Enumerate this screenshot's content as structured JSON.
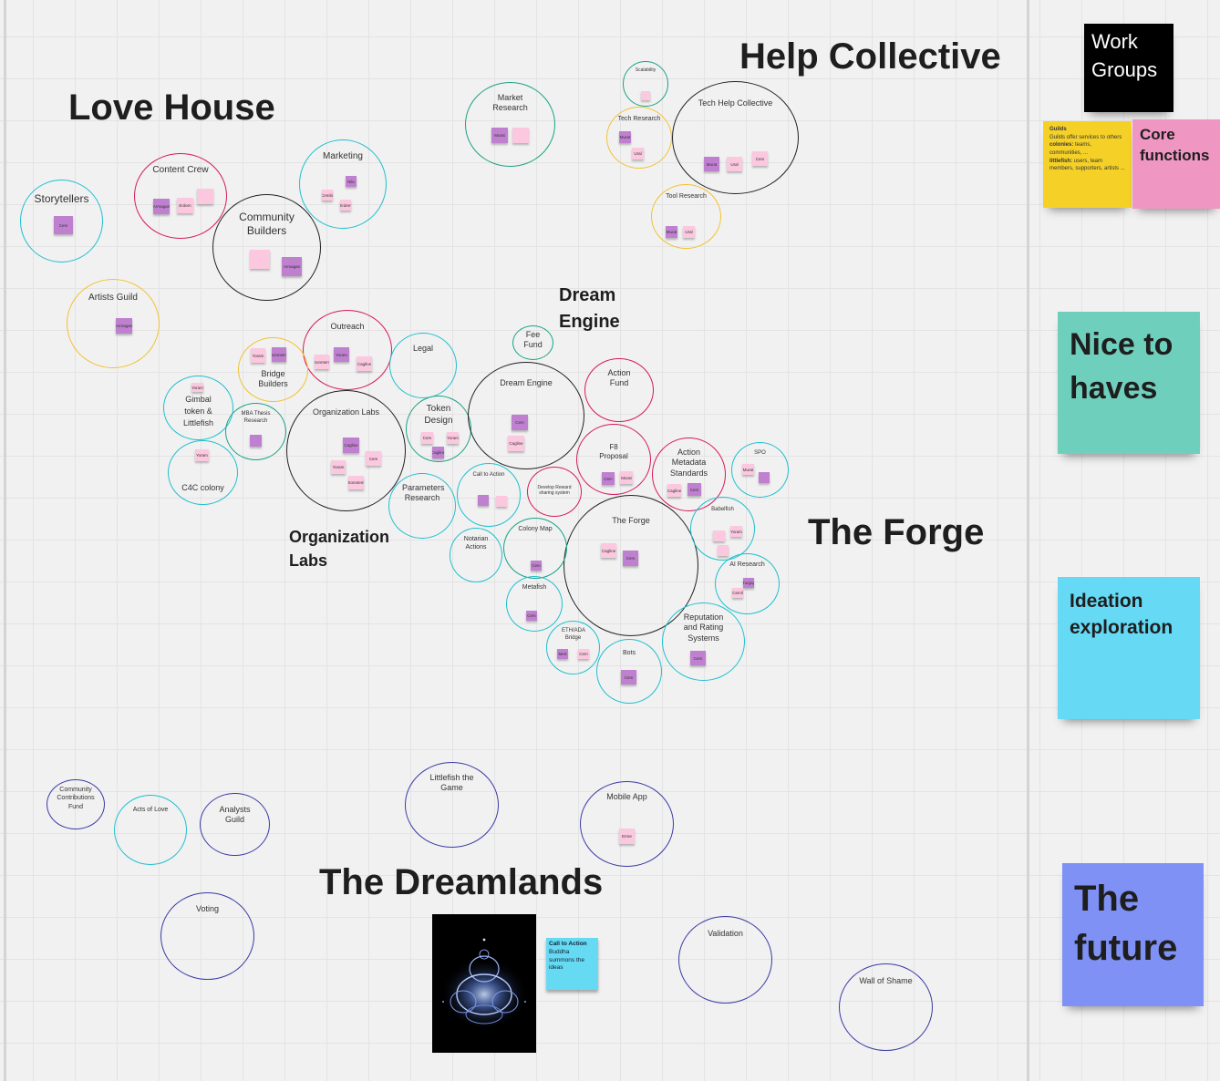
{
  "zones": {
    "love_house": "Love House",
    "help_collective": "Help Collective",
    "dream_engine": "Dream Engine",
    "the_forge": "The Forge",
    "organization_labs": "Organization Labs",
    "the_dreamlands": "The Dreamlands"
  },
  "circles": [
    {
      "key": "storytellers",
      "label": "Storytellers",
      "color": "#1fc0cf"
    },
    {
      "key": "content-crew",
      "label": "Content Crew",
      "color": "#d61a5a"
    },
    {
      "key": "community-builders",
      "label": "Community Builders",
      "color": "#222222"
    },
    {
      "key": "marketing",
      "label": "Marketing",
      "color": "#1fc0cf"
    },
    {
      "key": "artists-guild",
      "label": "Artists Guild",
      "color": "#f2c230"
    },
    {
      "key": "market-research",
      "label": "Market Research",
      "color": "#1aa385"
    },
    {
      "key": "scalability",
      "label": "Scalability",
      "color": "#1aa385"
    },
    {
      "key": "tech-research",
      "label": "Tech Research",
      "color": "#f2c230"
    },
    {
      "key": "tech-help-collective",
      "label": "Tech Help Collective",
      "color": "#222222"
    },
    {
      "key": "tool-research",
      "label": "Tool Research",
      "color": "#f2c230"
    },
    {
      "key": "outreach",
      "label": "Outreach",
      "color": "#d61a5a"
    },
    {
      "key": "bridge-builders",
      "label": "Bridge Builders",
      "color": "#f2c230"
    },
    {
      "key": "legal",
      "label": "Legal",
      "color": "#1fc0cf"
    },
    {
      "key": "fee-fund",
      "label": "Fee Fund",
      "color": "#1aa385"
    },
    {
      "key": "gimbal",
      "label": "Gimbal token & Littlefish",
      "color": "#1fc0cf"
    },
    {
      "key": "mba-thesis",
      "label": "MBA Thesis Research",
      "color": "#1aa385"
    },
    {
      "key": "organization-labs",
      "label": "Organization Labs",
      "color": "#222222"
    },
    {
      "key": "token-design",
      "label": "Token Design",
      "color": "#1aa385"
    },
    {
      "key": "dream-engine",
      "label": "Dream Engine",
      "color": "#222222"
    },
    {
      "key": "action-fund",
      "label": "Action Fund",
      "color": "#d61a5a"
    },
    {
      "key": "c4c-colony",
      "label": "C4C colony",
      "color": "#1fc0cf"
    },
    {
      "key": "f8-proposal",
      "label": "F8 Proposal",
      "color": "#d61a5a"
    },
    {
      "key": "action-metadata",
      "label": "Action Metadata Standards",
      "color": "#d61a5a"
    },
    {
      "key": "spo",
      "label": "SPO",
      "color": "#1fc0cf"
    },
    {
      "key": "call-to-action",
      "label": "Call to Action",
      "color": "#1fc0cf"
    },
    {
      "key": "develop-reward",
      "label": "Develop Reward sharing system",
      "color": "#d61a5a"
    },
    {
      "key": "parameters-research",
      "label": "Parameters Research",
      "color": "#1fc0cf"
    },
    {
      "key": "the-forge",
      "label": "The Forge",
      "color": "#222222"
    },
    {
      "key": "babelfish",
      "label": "Babelfish",
      "color": "#1fc0cf"
    },
    {
      "key": "notarian-actions",
      "label": "Notarian Actions",
      "color": "#1fc0cf"
    },
    {
      "key": "colony-map",
      "label": "Colony Map",
      "color": "#1aa385"
    },
    {
      "key": "ai-research",
      "label": "AI Research",
      "color": "#1fc0cf"
    },
    {
      "key": "metafish",
      "label": "Metafish",
      "color": "#1fc0cf"
    },
    {
      "key": "eth-ada-bridge",
      "label": "ETH/ADA Bridge",
      "color": "#1fc0cf"
    },
    {
      "key": "reputation",
      "label": "Reputation and Rating Systems",
      "color": "#1fc0cf"
    },
    {
      "key": "bots",
      "label": "Bots",
      "color": "#1fc0cf"
    },
    {
      "key": "community-contributions",
      "label": "Community Contributions Fund",
      "color": "#3a3aa6"
    },
    {
      "key": "acts-of-love",
      "label": "Acts of Love",
      "color": "#1fc0cf"
    },
    {
      "key": "analysts-guild",
      "label": "Analysts Guild",
      "color": "#3a3aa6"
    },
    {
      "key": "littlefish-game",
      "label": "Littlefish the Game",
      "color": "#3a3aa6"
    },
    {
      "key": "mobile-app",
      "label": "Mobile App",
      "color": "#3a3aa6"
    },
    {
      "key": "voting",
      "label": "Voting",
      "color": "#3a3aa6"
    },
    {
      "key": "validation",
      "label": "Validation",
      "color": "#3a3aa6"
    },
    {
      "key": "wall-of-shame",
      "label": "Wall of Shame",
      "color": "#3a3aa6"
    }
  ],
  "notes": [
    {
      "text": "Cem",
      "color": "#c080d0"
    },
    {
      "text": "Armagan",
      "color": "#c080d0"
    },
    {
      "text": "Erdem",
      "color": "#fbc8df"
    },
    {
      "text": "",
      "color": "#fbc8df"
    },
    {
      "text": "",
      "color": "#fbc8df"
    },
    {
      "text": "Armagan",
      "color": "#c080d0"
    },
    {
      "text": "Nilu",
      "color": "#c080d0"
    },
    {
      "text": "Cemile",
      "color": "#fbc8df"
    },
    {
      "text": "Erdem",
      "color": "#fbc8df"
    },
    {
      "text": "Armagan",
      "color": "#c080d0"
    },
    {
      "text": "Murat",
      "color": "#c080d0"
    },
    {
      "text": "",
      "color": "#fbc8df"
    },
    {
      "text": "",
      "color": "#fbc8df"
    },
    {
      "text": "Murat",
      "color": "#c080d0"
    },
    {
      "text": "Ural",
      "color": "#fbc8df"
    },
    {
      "text": "Murat",
      "color": "#c080d0"
    },
    {
      "text": "Ural",
      "color": "#fbc8df"
    },
    {
      "text": "Cem",
      "color": "#fbc8df"
    },
    {
      "text": "Murat",
      "color": "#c080d0"
    },
    {
      "text": "Ural",
      "color": "#fbc8df"
    },
    {
      "text": "Yoram",
      "color": "#fbc8df"
    },
    {
      "text": "Sonntem",
      "color": "#c080d0"
    },
    {
      "text": "Sonntem",
      "color": "#fbc8df"
    },
    {
      "text": "Yoram",
      "color": "#c080d0"
    },
    {
      "text": "Cagline",
      "color": "#fbc8df"
    },
    {
      "text": "Yoram",
      "color": "#fbc8df"
    },
    {
      "text": "",
      "color": "#c080d0"
    },
    {
      "text": "Yoram",
      "color": "#fbc8df"
    },
    {
      "text": "Cagline",
      "color": "#c080d0"
    },
    {
      "text": "Cem",
      "color": "#fbc8df"
    },
    {
      "text": "Yoram",
      "color": "#fbc8df"
    },
    {
      "text": "Sonntem",
      "color": "#fbc8df"
    },
    {
      "text": "Cem",
      "color": "#fbc8df"
    },
    {
      "text": "Yoram",
      "color": "#fbc8df"
    },
    {
      "text": "Cagline",
      "color": "#c080d0"
    },
    {
      "text": "Cem",
      "color": "#c080d0"
    },
    {
      "text": "Cagline",
      "color": "#fbc8df"
    },
    {
      "text": "Cem",
      "color": "#c080d0"
    },
    {
      "text": "Murat",
      "color": "#fbc8df"
    },
    {
      "text": "Cagline",
      "color": "#fbc8df"
    },
    {
      "text": "Cem",
      "color": "#c080d0"
    },
    {
      "text": "Murat",
      "color": "#fbc8df"
    },
    {
      "text": "",
      "color": "#c080d0"
    },
    {
      "text": "",
      "color": "#c080d0"
    },
    {
      "text": "",
      "color": "#fbc8df"
    },
    {
      "text": "Cagline",
      "color": "#fbc8df"
    },
    {
      "text": "Cem",
      "color": "#c080d0"
    },
    {
      "text": "",
      "color": "#fbc8df"
    },
    {
      "text": "Yoram",
      "color": "#fbc8df"
    },
    {
      "text": "",
      "color": "#fbc8df"
    },
    {
      "text": "Cem",
      "color": "#c080d0"
    },
    {
      "text": "Turgay",
      "color": "#c080d0"
    },
    {
      "text": "Cemil",
      "color": "#fbc8df"
    },
    {
      "text": "Cem",
      "color": "#c080d0"
    },
    {
      "text": "Mert",
      "color": "#c080d0"
    },
    {
      "text": "Cem",
      "color": "#fbc8df"
    },
    {
      "text": "Cem",
      "color": "#c080d0"
    },
    {
      "text": "Cem",
      "color": "#c080d0"
    },
    {
      "text": "Emre",
      "color": "#fbc8df"
    }
  ],
  "cta_note": {
    "title": "Call to Action",
    "body": "Buddha summons the ideas"
  },
  "legend": {
    "work_groups": "Work Groups",
    "guilds_title": "Guilds",
    "guilds_line1": "Guilds offer services to others",
    "colonies_label": "colonies:",
    "colonies_text": " teams, communities, ...",
    "littlefish_label": "littlefish:",
    "littlefish_text": " users, team members, supporters, artists ...",
    "core_functions": "Core functions",
    "nice_to_haves": "Nice to haves",
    "ideation": "Ideation exploration",
    "the_future": "The future"
  },
  "colors": {
    "teal": "#1fc0cf",
    "crimson": "#d61a5a",
    "gold": "#f2c230",
    "green": "#1aa385",
    "navy": "#3a3aa6",
    "black": "#222222"
  }
}
